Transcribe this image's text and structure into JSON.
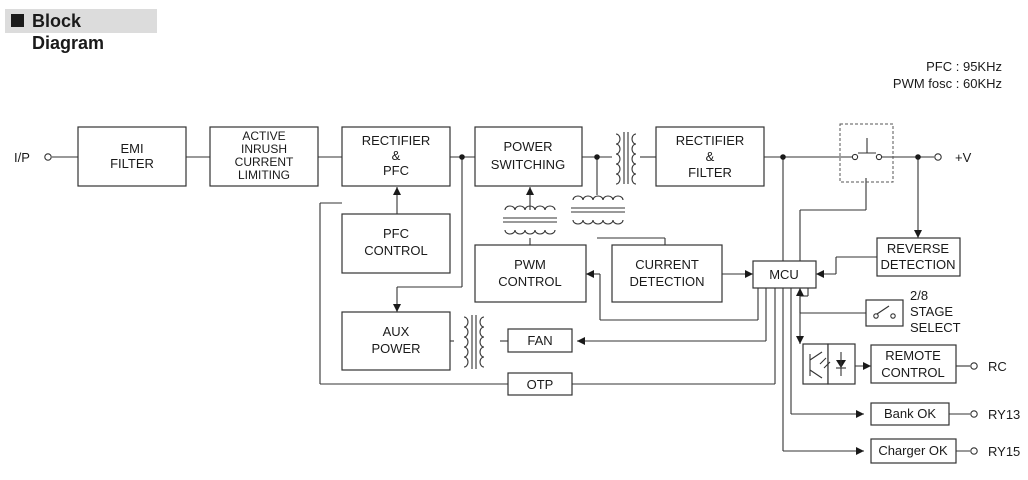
{
  "header": {
    "title": "Block Diagram"
  },
  "freq_note": {
    "pfc": "PFC : 95KHz",
    "pwm": "PWM fosc : 60KHz"
  },
  "blocks": {
    "emi": [
      "EMI",
      "FILTER"
    ],
    "inrush": [
      "ACTIVE",
      "INRUSH",
      "CURRENT",
      "LIMITING"
    ],
    "rect_pfc": [
      "RECTIFIER",
      "&",
      "PFC"
    ],
    "power_sw": [
      "POWER",
      "SWITCHING"
    ],
    "rect_filter": [
      "RECTIFIER",
      "&",
      "FILTER"
    ],
    "pfc_control": [
      "PFC",
      "CONTROL"
    ],
    "pwm_control": [
      "PWM",
      "CONTROL"
    ],
    "current_det": [
      "CURRENT",
      "DETECTION"
    ],
    "mcu": [
      "MCU"
    ],
    "reverse_det": [
      "REVERSE",
      "DETECTION"
    ],
    "aux_power": [
      "AUX",
      "POWER"
    ],
    "fan": [
      "FAN"
    ],
    "otp": [
      "OTP"
    ],
    "remote_control": [
      "REMOTE",
      "CONTROL"
    ],
    "bank_ok": [
      "Bank OK"
    ],
    "charger_ok": [
      "Charger OK"
    ]
  },
  "stage_select": [
    "2/8",
    "STAGE",
    "SELECT"
  ],
  "terminals": {
    "ip": "I/P",
    "vout": "+V",
    "rc": "RC",
    "ry13": "RY13",
    "ry15": "RY15"
  }
}
